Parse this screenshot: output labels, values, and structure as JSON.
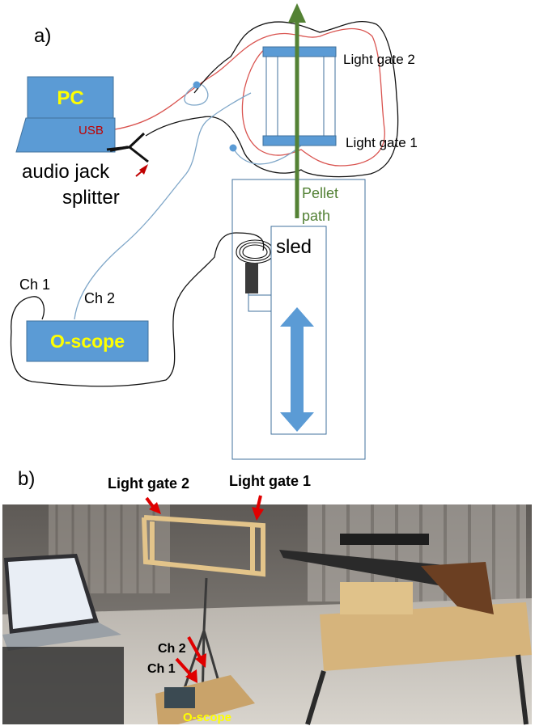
{
  "panel_a": {
    "label": "a)",
    "pc": {
      "label": "PC",
      "port": "USB"
    },
    "splitter": {
      "line1": "audio jack",
      "line2": "splitter"
    },
    "gates": {
      "gate2": "Light gate 2",
      "gate1": "Light gate 1"
    },
    "pellet": {
      "line1": "Pellet",
      "line2": "path"
    },
    "sled": "sled",
    "scope": {
      "label": "O-scope",
      "ch1": "Ch 1",
      "ch2": "Ch 2"
    }
  },
  "panel_b": {
    "label": "b)",
    "gate2": "Light gate 2",
    "gate1": "Light gate 1",
    "ch2": "Ch 2",
    "ch1": "Ch 1",
    "scope": "O-scope"
  },
  "colors": {
    "box_fill": "#5b9bd5",
    "box_stroke": "#41719c",
    "yellow_text": "#ffff00",
    "usb_red": "#c00000",
    "pellet_green": "#538135",
    "arrow_red": "#e00000",
    "wire_blue": "#7ea6c8",
    "wire_red": "#d9534f"
  }
}
